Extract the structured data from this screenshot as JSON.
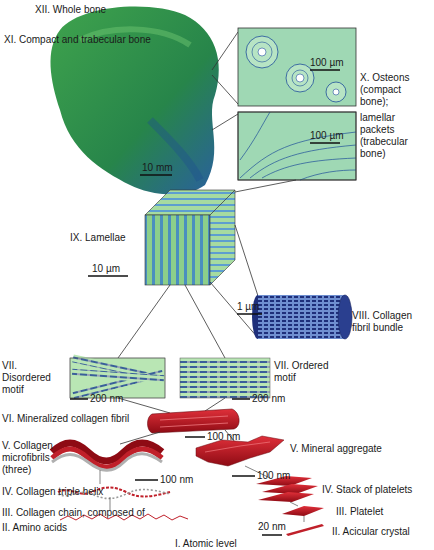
{
  "diagram": {
    "labels": [
      "XII. Whole bone",
      "XI. Compact and trabecular bone",
      "10 mm",
      "X. Osteons (compact bone);",
      "100 µm",
      "lamellar packets (trabecular bone)",
      "100 µm",
      "IX. Lamellae",
      "10 µm",
      "VIII. Collagen fibril bundle",
      "1 µm",
      "VII. Disordered motif",
      "200 nm",
      "VII. Ordered motif",
      "200 nm",
      "VI. Mineralized collagen fibril",
      "100 nm",
      "V. Collagen microfibrils (three)",
      "100 nm",
      "V. Mineral aggregate",
      "100 nm",
      "IV. Collagen triple helix",
      "IV. Stack of platelets",
      "III. Collagen chain, composed of",
      "III. Platelet",
      "II. Amino acids",
      "II. Acicular crystal",
      "20 nm",
      "I. Atomic level"
    ]
  }
}
